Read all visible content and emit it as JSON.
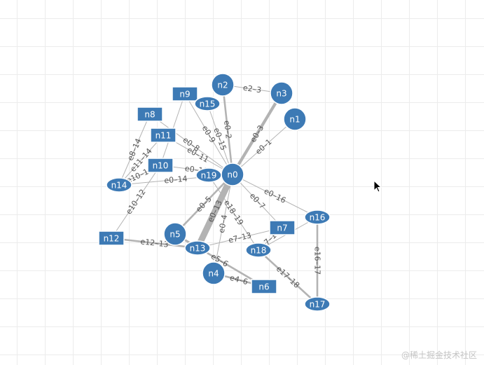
{
  "colors": {
    "node_fill": "#3d7ab5",
    "node_stroke": "#ffffff",
    "edge": "#b3b3b3",
    "edge_label": "#555555"
  },
  "nodes": [
    {
      "id": "n0",
      "shape": "circle"
    },
    {
      "id": "n1",
      "shape": "circle"
    },
    {
      "id": "n2",
      "shape": "circle"
    },
    {
      "id": "n3",
      "shape": "circle"
    },
    {
      "id": "n4",
      "shape": "circle"
    },
    {
      "id": "n5",
      "shape": "circle"
    },
    {
      "id": "n6",
      "shape": "rect"
    },
    {
      "id": "n7",
      "shape": "rect"
    },
    {
      "id": "n8",
      "shape": "rect"
    },
    {
      "id": "n9",
      "shape": "rect"
    },
    {
      "id": "n10",
      "shape": "rect"
    },
    {
      "id": "n11",
      "shape": "rect"
    },
    {
      "id": "n12",
      "shape": "rect"
    },
    {
      "id": "n13",
      "shape": "ellipse"
    },
    {
      "id": "n14",
      "shape": "ellipse"
    },
    {
      "id": "n15",
      "shape": "ellipse"
    },
    {
      "id": "n16",
      "shape": "ellipse"
    },
    {
      "id": "n17",
      "shape": "ellipse"
    },
    {
      "id": "n18",
      "shape": "ellipse"
    },
    {
      "id": "n19",
      "shape": "ellipse"
    }
  ],
  "edges": [
    {
      "source": "n0",
      "target": "n1",
      "label": "e0–1",
      "weight": 1
    },
    {
      "source": "n0",
      "target": "n2",
      "label": "e0–2",
      "weight": 2
    },
    {
      "source": "n0",
      "target": "n3",
      "label": "e0–3",
      "weight": 3
    },
    {
      "source": "n0",
      "target": "n4",
      "label": "e0–4",
      "weight": 1
    },
    {
      "source": "n0",
      "target": "n5",
      "label": "e0–5",
      "weight": 2
    },
    {
      "source": "n0",
      "target": "n7",
      "label": "e0–7",
      "weight": 1
    },
    {
      "source": "n0",
      "target": "n8",
      "label": "e0–8",
      "weight": 1
    },
    {
      "source": "n0",
      "target": "n9",
      "label": "e0–9",
      "weight": 1
    },
    {
      "source": "n0",
      "target": "n10",
      "label": "e0–10",
      "weight": 1
    },
    {
      "source": "n0",
      "target": "n11",
      "label": "e0–11",
      "weight": 1
    },
    {
      "source": "n0",
      "target": "n13",
      "label": "e0–13",
      "weight": 6
    },
    {
      "source": "n0",
      "target": "n14",
      "label": "e0–14",
      "weight": 1
    },
    {
      "source": "n0",
      "target": "n15",
      "label": "e0–15",
      "weight": 1
    },
    {
      "source": "n0",
      "target": "n16",
      "label": "e0–16",
      "weight": 1
    },
    {
      "source": "n0",
      "target": "n19",
      "label": "",
      "weight": 1
    },
    {
      "source": "n2",
      "target": "n3",
      "label": "e2–3",
      "weight": 1
    },
    {
      "source": "n4",
      "target": "n6",
      "label": "e4–6",
      "weight": 2
    },
    {
      "source": "n5",
      "target": "n6",
      "label": "e5–6",
      "weight": 2
    },
    {
      "source": "n5",
      "target": "n13",
      "label": "",
      "weight": 2
    },
    {
      "source": "n7",
      "target": "n13",
      "label": "e7–13",
      "weight": 1
    },
    {
      "source": "n7",
      "target": "n18",
      "label": "e7–18",
      "weight": 1
    },
    {
      "source": "n8",
      "target": "n14",
      "label": "e8–14",
      "weight": 1
    },
    {
      "source": "n9",
      "target": "n10",
      "label": "",
      "weight": 1
    },
    {
      "source": "n10",
      "target": "n12",
      "label": "e10–12",
      "weight": 1
    },
    {
      "source": "n10",
      "target": "n14",
      "label": "e10–14",
      "weight": 1
    },
    {
      "source": "n11",
      "target": "n14",
      "label": "e11–14",
      "weight": 1
    },
    {
      "source": "n12",
      "target": "n13",
      "label": "e12–13",
      "weight": 2
    },
    {
      "source": "n16",
      "target": "n17",
      "label": "e16–17",
      "weight": 2
    },
    {
      "source": "n17",
      "target": "n18",
      "label": "e17–18",
      "weight": 2
    },
    {
      "source": "n18",
      "target": "n19",
      "label": "e18–19",
      "weight": 1
    },
    {
      "source": "n16",
      "target": "n18",
      "label": "",
      "weight": 1
    }
  ],
  "watermark": "@稀土掘金技术社区"
}
